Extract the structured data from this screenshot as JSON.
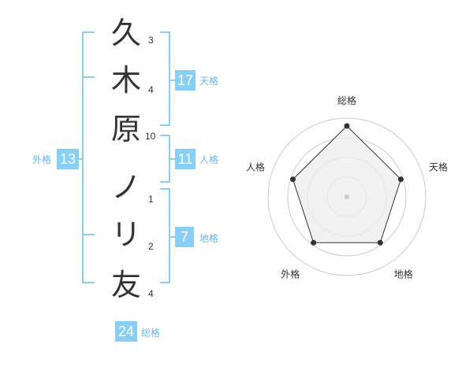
{
  "name_chars": [
    {
      "char": "久",
      "strokes": "3"
    },
    {
      "char": "木",
      "strokes": "4"
    },
    {
      "char": "原",
      "strokes": "10"
    },
    {
      "char": "ノ",
      "strokes": "1"
    },
    {
      "char": "リ",
      "strokes": "2"
    },
    {
      "char": "友",
      "strokes": "4"
    }
  ],
  "fortunes": {
    "tenkaku": {
      "value": "17",
      "label": "天格"
    },
    "jinkaku": {
      "value": "11",
      "label": "人格"
    },
    "chikaku": {
      "value": "7",
      "label": "地格"
    },
    "gaikaku": {
      "value": "13",
      "label": "外格"
    },
    "soukaku": {
      "value": "24",
      "label": "総格"
    }
  },
  "radar": {
    "axes": [
      "総格",
      "天格",
      "地格",
      "外格",
      "人格"
    ],
    "levels": 4,
    "values": [
      1.0,
      0.8,
      0.8,
      0.8,
      0.8
    ],
    "line_color": "#333333",
    "fill_color": "#eeeeee",
    "grid_color": "#cccccc"
  },
  "colors": {
    "accent": "#88cff5",
    "label": "#66b8e8"
  }
}
